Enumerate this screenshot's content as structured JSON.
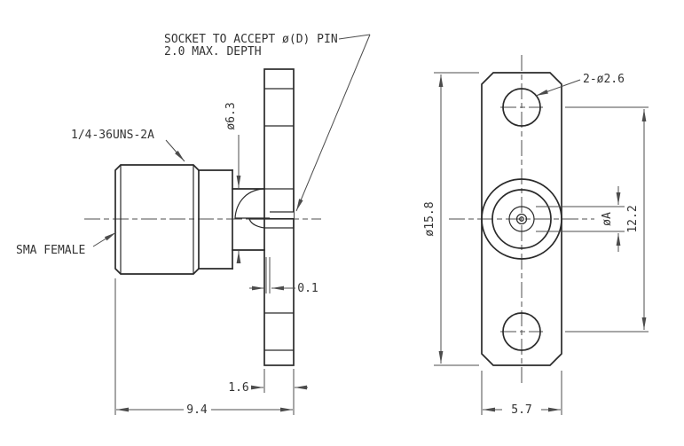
{
  "labels": {
    "socket_note_line1": "SOCKET TO ACCEPT ø(D) PIN",
    "socket_note_line2": "2.0 MAX. DEPTH",
    "thread": "1/4-36UNS-2A",
    "connector": "SMA FEMALE",
    "mounting_holes": "2-ø2.6"
  },
  "dimensions": {
    "socket_barrel_diameter": "ø6.3",
    "step": "0.1",
    "flange_thickness": "1.6",
    "overall_length": "9.4",
    "flange_diameter": "ø15.8",
    "hole_spacing": "12.2",
    "socket_diameter": "øA",
    "flange_depth": "5.7"
  },
  "colors": {
    "object_line": "#2a2a2a",
    "dimension_line": "#4c4c4c",
    "text": "#333333",
    "background": "#ffffff"
  }
}
